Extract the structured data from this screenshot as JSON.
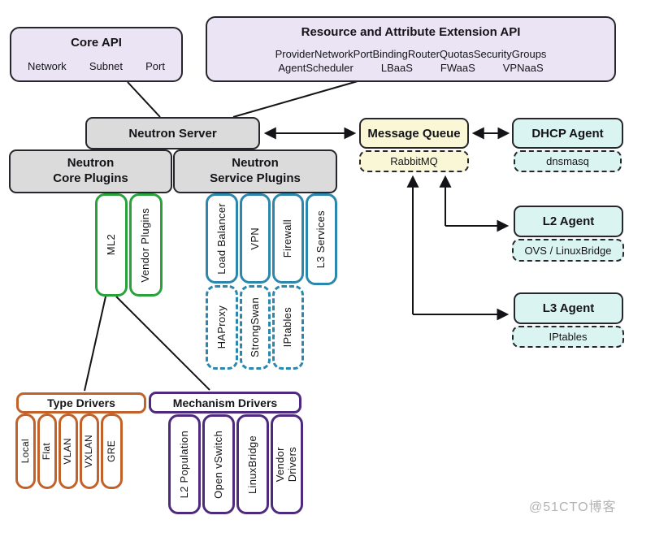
{
  "colors": {
    "lavender": "#EBE4F4",
    "gray": "#DBDBDB",
    "yellow": "#F9F7D6",
    "cyan": "#DAF4F1",
    "green": "#2AA23C",
    "blue": "#2B87AD",
    "orange": "#C2622B",
    "purple": "#4E2A7E",
    "ink": "#26262C"
  },
  "core_api": {
    "title": "Core API",
    "items": [
      "Network",
      "Subnet",
      "Port"
    ]
  },
  "ext_api": {
    "title": "Resource and Attribute Extension API",
    "row1": [
      "ProviderNetwork",
      "PortBinding",
      "Router",
      "Quotas",
      "SecurityGroups"
    ],
    "row2": [
      "AgentScheduler",
      "LBaaS",
      "FWaaS",
      "VPNaaS"
    ]
  },
  "neutron_server": {
    "label": "Neutron Server"
  },
  "plugins": {
    "core": {
      "line1": "Neutron",
      "line2": "Core Plugins"
    },
    "service": {
      "line1": "Neutron",
      "line2": "Service Plugins"
    }
  },
  "core_plugin_impls": [
    "ML2",
    "Vendor Plugins"
  ],
  "services": {
    "solid": [
      "Load Balancer",
      "VPN",
      "Firewall",
      "L3 Services"
    ],
    "dashed": [
      "HAProxy",
      "StrongSwan",
      "IPtables"
    ]
  },
  "message_queue": {
    "label": "Message Queue",
    "impl": "RabbitMQ"
  },
  "agents": {
    "dhcp": {
      "label": "DHCP Agent",
      "impl": "dnsmasq"
    },
    "l2": {
      "label": "L2 Agent",
      "impl": "OVS / LinuxBridge"
    },
    "l3": {
      "label": "L3 Agent",
      "impl": "IPtables"
    }
  },
  "type_drivers": {
    "title": "Type Drivers",
    "items": [
      "Local",
      "Flat",
      "VLAN",
      "VXLAN",
      "GRE"
    ]
  },
  "mechanism_drivers": {
    "title": "Mechanism Drivers",
    "items": [
      "L2 Population",
      "Open vSwitch",
      "LinuxBridge",
      "Vendor\nDrivers"
    ]
  },
  "watermark": {
    "text": "@51CTO博客"
  }
}
